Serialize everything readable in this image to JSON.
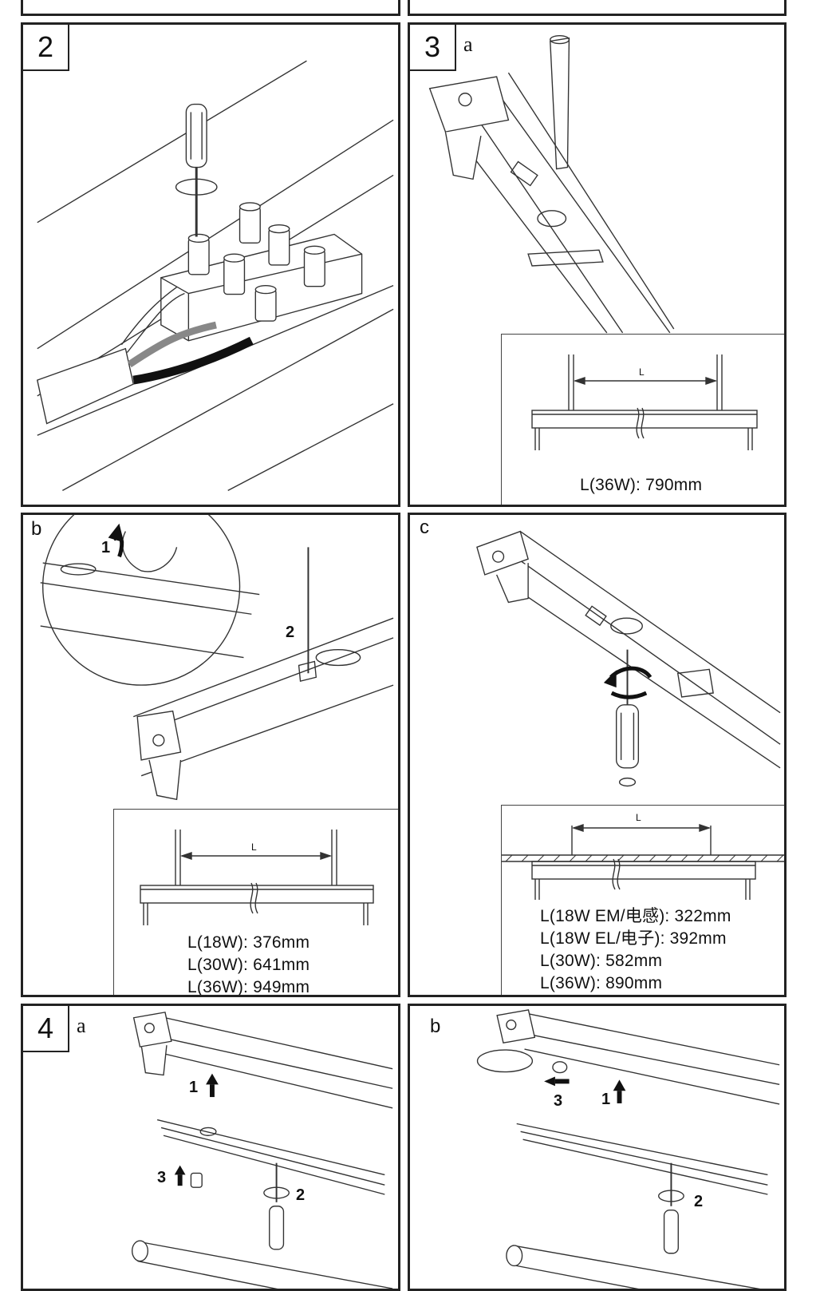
{
  "panels": {
    "p2": {
      "number": "2"
    },
    "p3a": {
      "number": "3",
      "sub": "a",
      "dim_label": "L",
      "dims": [
        "L(36W): 790mm"
      ]
    },
    "p3b": {
      "sub": "b",
      "step1": "1",
      "step2": "2",
      "dim_label": "L",
      "dims": [
        "L(18W): 376mm",
        "L(30W): 641mm",
        "L(36W): 949mm"
      ]
    },
    "p3c": {
      "sub": "c",
      "dim_label": "L",
      "dims": [
        "L(18W EM/电感): 322mm",
        "L(18W EL/电子): 392mm",
        "L(30W): 582mm",
        "L(36W): 890mm"
      ]
    },
    "p4a": {
      "number": "4",
      "sub": "a",
      "step1": "1",
      "step2": "2",
      "step3": "3"
    },
    "p4b": {
      "sub": "b",
      "step1": "1",
      "step2": "2",
      "step3": "3"
    }
  }
}
